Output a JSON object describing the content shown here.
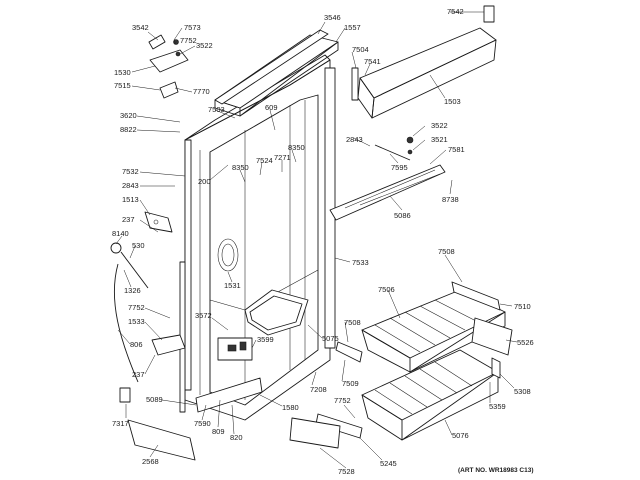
{
  "art_note": "(ART NO. WR18983 C13)",
  "callouts": [
    "3542",
    "7573",
    "7752",
    "3522",
    "1530",
    "7770",
    "7515",
    "3620",
    "8822",
    "7503",
    "609",
    "3546",
    "1557",
    "7504",
    "7541",
    "7542",
    "1503",
    "3522",
    "3521",
    "2843",
    "7595",
    "7581",
    "5086",
    "8738",
    "7532",
    "2843",
    "1513",
    "237",
    "8140",
    "530",
    "1326",
    "200",
    "8350",
    "7524",
    "7271",
    "8350",
    "1531",
    "7533",
    "7508",
    "7506",
    "7510",
    "3572",
    "3599",
    "7752",
    "1533",
    "806",
    "237",
    "5075",
    "7508",
    "7509",
    "7208",
    "5526",
    "5308",
    "5359",
    "5076",
    "7752",
    "5245",
    "7528",
    "1580",
    "5089",
    "809",
    "820",
    "7317",
    "2568",
    "7590"
  ]
}
